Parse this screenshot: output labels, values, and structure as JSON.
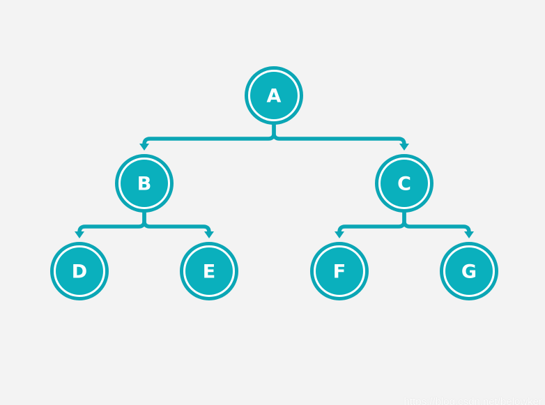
{
  "tree": {
    "colors": {
      "node_fill": "#0ab0bd",
      "node_ring": "#0ba6b5",
      "edge": "#0ba6b5",
      "label": "#ffffff",
      "background": "#f3f3f3"
    },
    "nodes": [
      {
        "id": "A",
        "label": "A"
      },
      {
        "id": "B",
        "label": "B"
      },
      {
        "id": "C",
        "label": "C"
      },
      {
        "id": "D",
        "label": "D"
      },
      {
        "id": "E",
        "label": "E"
      },
      {
        "id": "F",
        "label": "F"
      },
      {
        "id": "G",
        "label": "G"
      }
    ],
    "edges": [
      {
        "from": "A",
        "to": "B"
      },
      {
        "from": "A",
        "to": "C"
      },
      {
        "from": "B",
        "to": "D"
      },
      {
        "from": "B",
        "to": "E"
      },
      {
        "from": "C",
        "to": "F"
      },
      {
        "from": "C",
        "to": "G"
      }
    ]
  },
  "watermark": "https://blog.csdn.net/belowker"
}
